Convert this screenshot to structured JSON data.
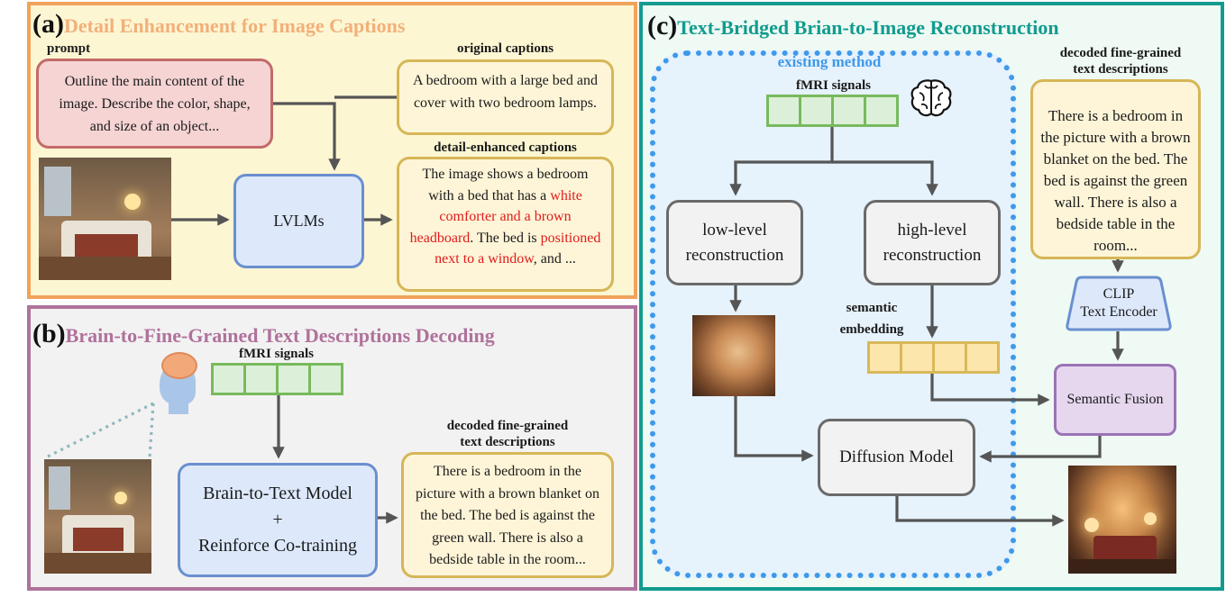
{
  "panel_a": {
    "letter": "(a)",
    "title": "Detail Enhancement for Image Captions",
    "prompt_label": "prompt",
    "prompt_text": "Outline the main content of the image. Describe the color, shape, and size of an object...",
    "orig_label": "original captions",
    "orig_text": "A bedroom with a large bed and cover with two bedroom lamps.",
    "enh_label": "detail-enhanced captions",
    "enh_parts": {
      "p1": "The image shows a bedroom with a bed that has a ",
      "r1": "white comforter and a brown headboard",
      "p2": ". The bed is ",
      "r2": "positioned next to a window",
      "p3": ",  and ..."
    },
    "lvlm_label": "LVLMs"
  },
  "panel_b": {
    "letter": "(b)",
    "title": "Brain-to-Fine-Grained Text Descriptions Decoding",
    "fmri_label": "fMRI signals",
    "model_line1": "Brain-to-Text Model",
    "model_line2": "+",
    "model_line3": "Reinforce Co-training",
    "decoded_label_1": "decoded fine-grained",
    "decoded_label_2": "text descriptions",
    "decoded_text": "There is a bedroom in the picture with a brown blanket on the bed. The bed is against the green wall. There is also a bedside table in the room..."
  },
  "panel_c": {
    "letter": "(c)",
    "title": "Text-Bridged Brian-to-Image Reconstruction",
    "existing_label": "existing method",
    "fmri_label": "fMRI signals",
    "low_line1": "low-level",
    "low_line2": "reconstruction",
    "high_line1": "high-level",
    "high_line2": "reconstruction",
    "sem_label_1": "semantic",
    "sem_label_2": "embedding",
    "diffusion_label": "Diffusion Model",
    "decoded_label_1": "decoded fine-grained",
    "decoded_label_2": "text descriptions",
    "decoded_text": "There is a bedroom in the picture with a brown blanket on the bed. The bed is against the green wall. There is also a bedside table in the room...",
    "clip_line1": "CLIP",
    "clip_line2": "Text Encoder",
    "fusion_label": "Semantic Fusion"
  },
  "colors": {
    "panel_a_border": "#f0a35a",
    "panel_a_bg": "#fdf6d3",
    "panel_a_title": "#f2b07a",
    "panel_b_border": "#b0729c",
    "panel_b_bg": "#f2f2f2",
    "panel_b_title": "#b0729c",
    "panel_c_border": "#139b8f",
    "panel_c_bg": "#eefaf3",
    "panel_c_title": "#139b8f",
    "dotted_frame": "#3f99ea",
    "fmri_vec_fill": "#dcefd9",
    "fmri_vec_border": "#78ba5c",
    "sem_vec_fill": "#fde6ab",
    "sem_vec_border": "#d8b85a",
    "lvlm_fill": "#dde9fb",
    "lvlm_border": "#6a8fcf",
    "prompt_fill": "#f6d4d4",
    "prompt_border": "#c46a6a",
    "fusion_fill": "#e6d7ef",
    "fusion_border": "#9a73b6",
    "gray_box_fill": "#f2f2f2",
    "gray_box_border": "#6a6a6a",
    "arrow": "#555555",
    "highlight_text": "#e01b1b"
  },
  "icons": [
    "brain-icon",
    "head-brain-icon",
    "bedroom-photo",
    "blurry-reconstruction-image",
    "reconstructed-bedroom-image"
  ]
}
